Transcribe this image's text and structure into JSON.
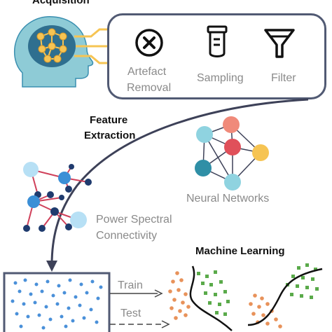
{
  "acquisition": {
    "title": "Acquisition"
  },
  "preprocessing": {
    "steps": [
      {
        "label_line1": "Artefact",
        "label_line2": "Removal",
        "icon": "x-circle-icon"
      },
      {
        "label_line1": "Sampling",
        "label_line2": "",
        "icon": "test-tube-icon"
      },
      {
        "label_line1": "Filter",
        "label_line2": "",
        "icon": "funnel-icon"
      }
    ]
  },
  "feature_extraction": {
    "title_line1": "Feature",
    "title_line2": "Extraction",
    "methods": [
      {
        "label_line1": "Neural Networks",
        "label_line2": ""
      },
      {
        "label_line1": "Power Spectral",
        "label_line2": "Connectivity"
      }
    ]
  },
  "machine_learning": {
    "title": "Machine Learning",
    "train_label": "Train",
    "test_label": "Test"
  },
  "colors": {
    "panel_border": "#515a73",
    "curve": "#3d4158",
    "head": "#8ecbd6",
    "brain": "#2f6f8f",
    "nn_red": "#e0505a",
    "nn_salmon": "#f08a7a",
    "nn_yellow": "#f6c453",
    "nn_teal": "#2f8fa6",
    "nn_cyan": "#8fd3e0",
    "graph_dark": "#1f3b6e",
    "graph_blue": "#3b8fd6",
    "graph_light": "#b7e0f5",
    "graph_edge": "#d0405a",
    "dot_blue": "#4a90d9",
    "ml_orange": "#e8925a",
    "ml_green": "#5aaa4a"
  }
}
